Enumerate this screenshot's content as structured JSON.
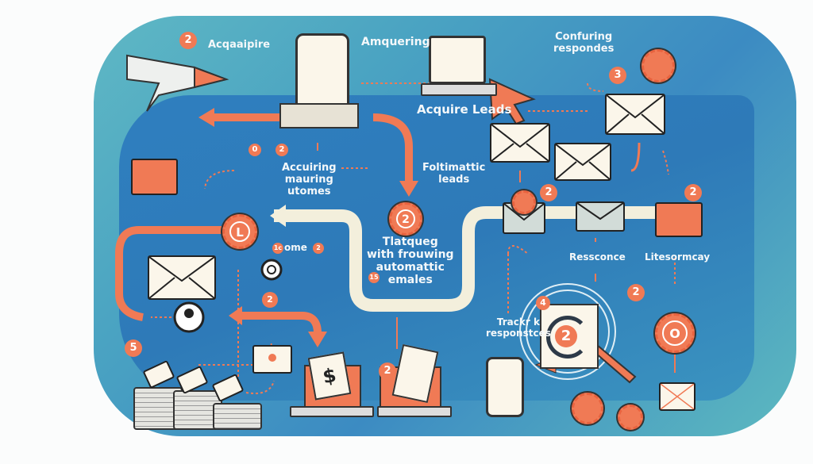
{
  "labels": {
    "acquire_top": "Acqaaipire",
    "amquering": "Amquering",
    "confuring": "Confuring\nrespondes",
    "acquire_leads": "Acquire Leads",
    "accuiring": "Accuiring\nmauring\nutomes",
    "foltimattic": "Foltimattic\nleads",
    "center": "Tlatqueg\nwith frouwing\nautomattic\nemales",
    "ome": "ome",
    "resscnce": "Ressconce",
    "litesormcay": "Litesormcay",
    "trackrk": "Trackr k\nresponstces"
  },
  "badges": {
    "plane": "2",
    "confuring": "3",
    "small_a": "0",
    "small_b": "2",
    "center_gear": "2",
    "env_row": "2",
    "right_env": "2",
    "ome_a": "1c",
    "ome_b": "2",
    "center_small": "15",
    "circle_small": "2",
    "five": "5",
    "bottom_env": "2",
    "track_four": "4",
    "track_two": "2",
    "c_circle": "2",
    "gear_left": "L",
    "gear_right": "O"
  },
  "symbols": {
    "dollar": "$"
  },
  "colors": {
    "accent": "#f07a55",
    "blue": "#2f7fbf",
    "teal": "#5fb8c4",
    "paper": "#fbf6ea"
  }
}
